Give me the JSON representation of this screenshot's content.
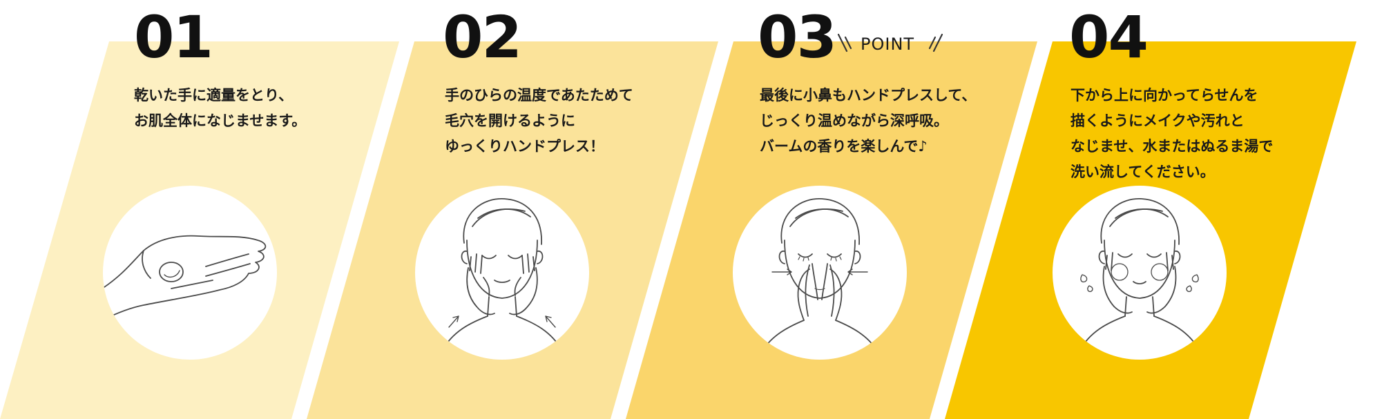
{
  "colors": {
    "panel_1": "#fdf0c2",
    "panel_2": "#fbe39a",
    "panel_3": "#fad56b",
    "panel_4": "#f8c600",
    "circle": "#ffffff",
    "line_art": "#4a4a4a",
    "text": "#1a1a1a"
  },
  "steps": [
    {
      "number": "01",
      "lines": [
        "乾いた手に適量をとり、",
        "お肌全体になじませます。"
      ],
      "illustration": "palm-with-balm"
    },
    {
      "number": "02",
      "lines": [
        "手のひらの温度であたためて",
        "毛穴を開けるように",
        "ゆっくりハンドプレス！"
      ],
      "illustration": "face-hand-press"
    },
    {
      "number": "03",
      "badge": "POINT",
      "lines": [
        "最後に小鼻もハンドプレスして、",
        "じっくり温めながら深呼吸。",
        "バームの香りを楽しんで♪"
      ],
      "illustration": "face-nose-press"
    },
    {
      "number": "04",
      "lines": [
        "下から上に向かってらせんを",
        "描くようにメイクや汚れと",
        "なじませ、水またはぬるま湯で",
        "洗い流してください。"
      ],
      "illustration": "face-spiral-wash"
    }
  ]
}
